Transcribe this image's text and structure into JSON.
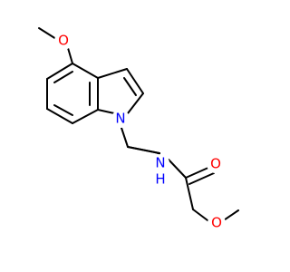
{
  "molecule": {
    "colors": {
      "bond": "#000000",
      "oxygen": "#ff0000",
      "nitrogen": "#0000ff",
      "background": "#ffffff"
    },
    "atoms": {
      "o_methoxy_top": {
        "label": "O",
        "element": "oxygen"
      },
      "n_indole": {
        "label": "N",
        "element": "nitrogen"
      },
      "n_amide": {
        "label": "N",
        "element": "nitrogen"
      },
      "h_amide": {
        "label": "H",
        "element": "nitrogen"
      },
      "o_carbonyl": {
        "label": "O",
        "element": "oxygen"
      },
      "o_methoxy_bottom": {
        "label": "O",
        "element": "oxygen"
      }
    }
  }
}
